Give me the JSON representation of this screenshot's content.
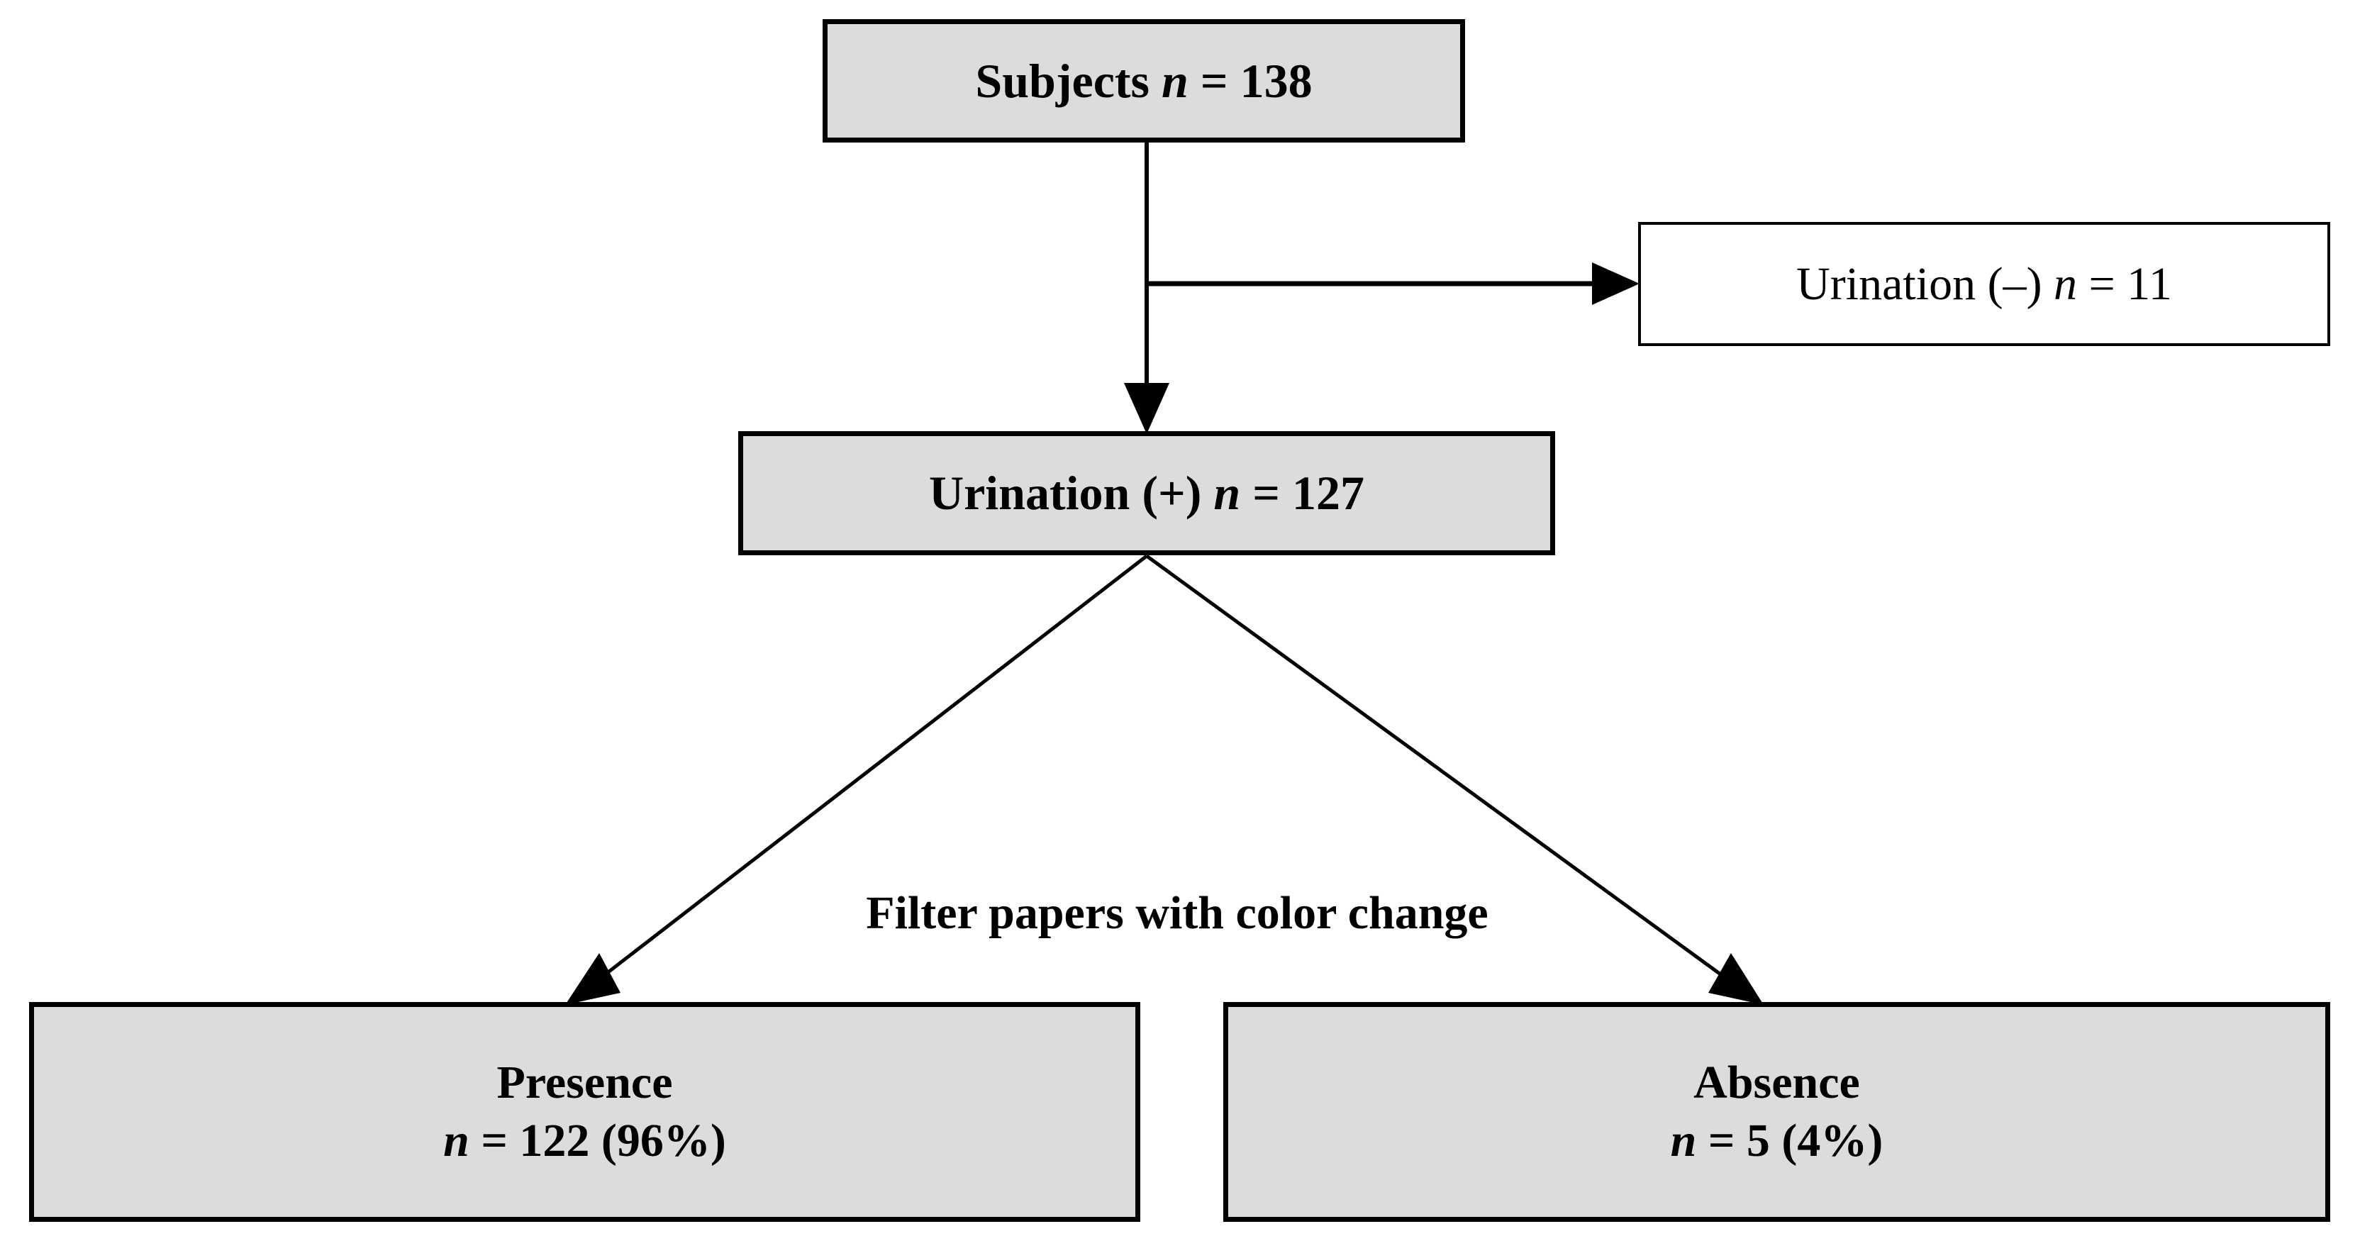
{
  "diagram": {
    "title": "Subject flow diagram",
    "background_color": "#ffffff",
    "box_fill_color": "#dcdcdc",
    "box_plain_fill_color": "#ffffff",
    "stroke_color": "#000000",
    "nodes": {
      "subjects": {
        "label_prefix": "Subjects ",
        "n_symbol": "n",
        "equals": " = ",
        "value": "138",
        "full_text": "Subjects n = 138"
      },
      "urination_negative": {
        "label_prefix": "Urination (–) ",
        "n_symbol": "n",
        "equals": " = ",
        "value": "11",
        "full_text": "Urination (–) n = 11"
      },
      "urination_positive": {
        "label_prefix": "Urination (+) ",
        "n_symbol": "n",
        "equals": " = ",
        "value": "127",
        "full_text": "Urination (+) n = 127"
      },
      "presence": {
        "title": "Presence",
        "n_symbol": "n",
        "equals": " = ",
        "value": "122",
        "percent": " (96%)",
        "full_text": "Presence n = 122 (96%)"
      },
      "absence": {
        "title": "Absence",
        "n_symbol": "n",
        "equals": " = ",
        "value": "5",
        "percent": " (4%)",
        "full_text": "Absence n = 5 (4%)"
      }
    },
    "edges": {
      "filter_label": "Filter papers with color change"
    }
  }
}
